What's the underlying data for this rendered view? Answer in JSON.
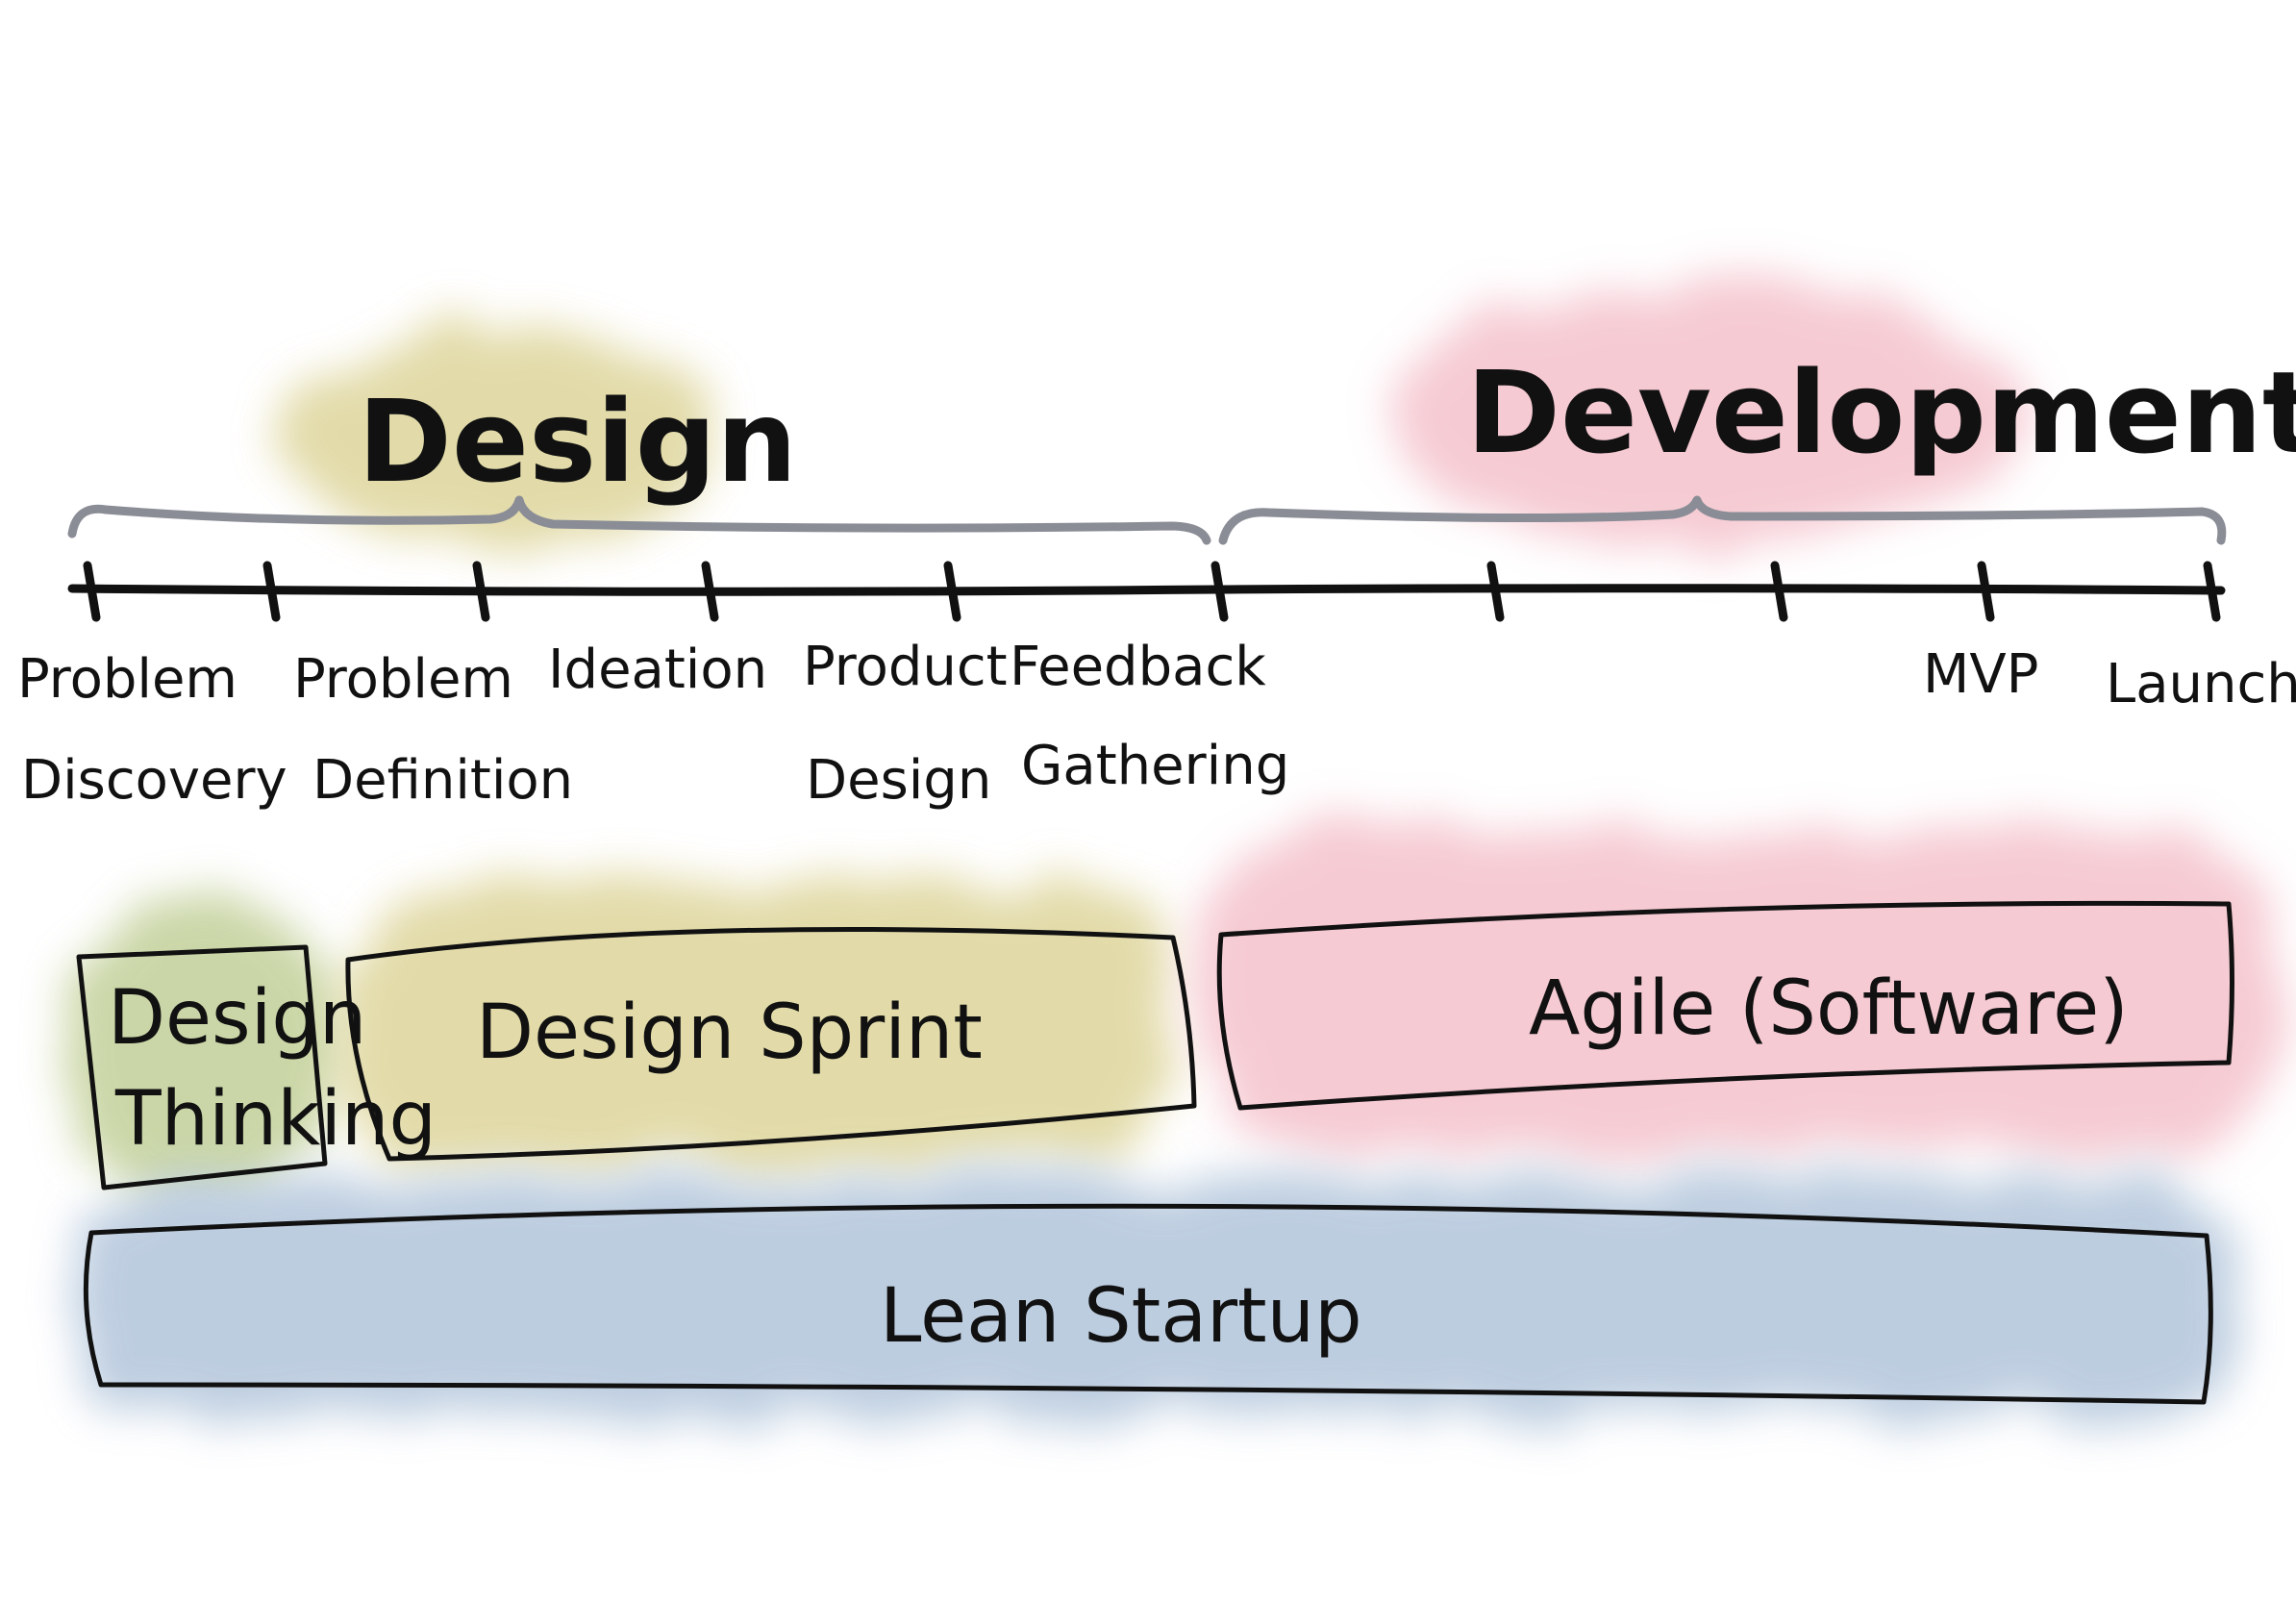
{
  "colors": {
    "design": "#d9cf8c",
    "development": "#f3b9c4",
    "design_thinking": "#b9c98a",
    "lean_startup": "#a7bdd6",
    "ink": "#111111",
    "brace": "#8a8d96"
  },
  "headings": {
    "design": "Design",
    "development": "Development"
  },
  "timeline": {
    "stages": [
      {
        "line1": "Problem",
        "line2": "Discovery"
      },
      {
        "line1": "Problem",
        "line2": "Definition"
      },
      {
        "line1": "Ideation",
        "line2": ""
      },
      {
        "line1": "Product",
        "line2": "Design"
      },
      {
        "line1": "Feedback",
        "line2": "Gathering"
      },
      {
        "line1": "",
        "line2": ""
      },
      {
        "line1": "",
        "line2": ""
      },
      {
        "line1": "",
        "line2": ""
      },
      {
        "line1": "MVP",
        "line2": ""
      },
      {
        "line1": "Launch",
        "line2": ""
      }
    ]
  },
  "methods": {
    "design_thinking": {
      "line1": "Design",
      "line2": "Thinking"
    },
    "design_sprint": "Design Sprint",
    "agile": "Agile (Software)",
    "lean_startup": "Lean Startup"
  }
}
